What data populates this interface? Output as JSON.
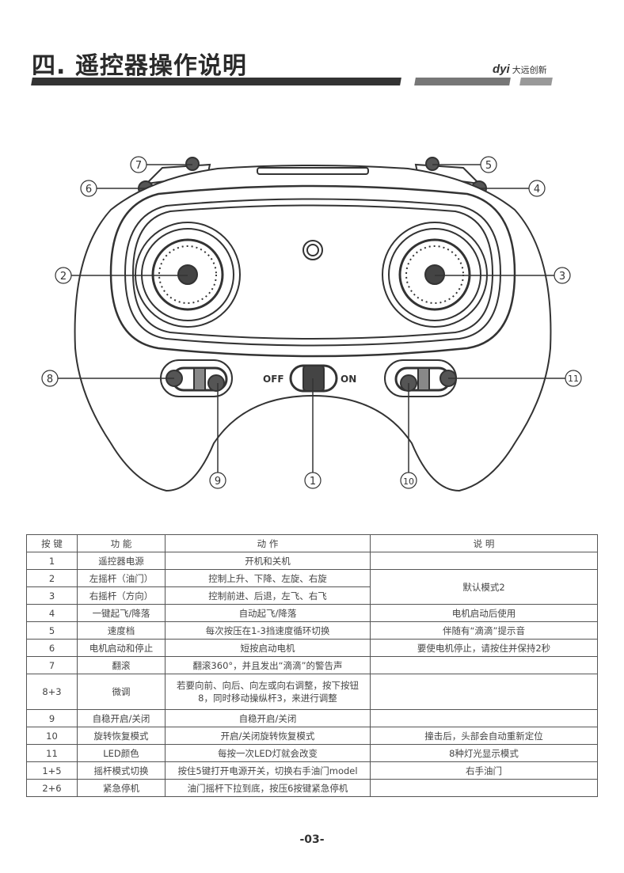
{
  "header": {
    "title": "四. 遥控器操作说明",
    "logo_mark": "dyi",
    "logo_text": "大远创新"
  },
  "diagram": {
    "switch_off": "OFF",
    "switch_on": "ON",
    "callouts": [
      "1",
      "2",
      "3",
      "4",
      "5",
      "6",
      "7",
      "8",
      "9",
      "10",
      "11"
    ]
  },
  "table": {
    "headers": [
      "按 键",
      "功 能",
      "动 作",
      "说 明"
    ],
    "rows": [
      {
        "key": "1",
        "function": "遥控器电源",
        "action": "开机和关机",
        "note": ""
      },
      {
        "key": "2",
        "function": "左摇杆（油门）",
        "action": "控制上升、下降、左旋、右旋",
        "note": "默认模式2"
      },
      {
        "key": "3",
        "function": "右摇杆（方向）",
        "action": "控制前进、后退，左飞、右飞",
        "note": ""
      },
      {
        "key": "4",
        "function": "一键起飞/降落",
        "action": "自动起飞/降落",
        "note": "电机启动后使用"
      },
      {
        "key": "5",
        "function": "速度档",
        "action": "每次按压在1-3挡速度循环切换",
        "note": "伴随有“滴滴”提示音"
      },
      {
        "key": "6",
        "function": "电机启动和停止",
        "action": "短按启动电机",
        "note": "要使电机停止，请按住并保持2秒"
      },
      {
        "key": "7",
        "function": "翻滚",
        "action": "翻滚360°，并且发出“滴滴”的警告声",
        "note": ""
      },
      {
        "key": "8+3",
        "function": "微调",
        "action": "若要向前、向后、向左或向右调整，按下按钮8，同时移动操纵杆3，来进行调整",
        "note": ""
      },
      {
        "key": "9",
        "function": "自稳开启/关闭",
        "action": "自稳开启/关闭",
        "note": ""
      },
      {
        "key": "10",
        "function": "旋转恢复模式",
        "action": "开启/关闭旋转恢复模式",
        "note": "撞击后，头部会自动重新定位"
      },
      {
        "key": "11",
        "function": "LED颜色",
        "action": "每按一次LED灯就会改变",
        "note": "8种灯光显示模式"
      },
      {
        "key": "1+5",
        "function": "摇杆模式切换",
        "action": "按住5键打开电源开关，切换右手油门model",
        "note": "右手油门"
      },
      {
        "key": "2+6",
        "function": "紧急停机",
        "action": "油门摇杆下拉到底，按压6按键紧急停机",
        "note": ""
      }
    ]
  },
  "footer": {
    "page": "-03-"
  }
}
